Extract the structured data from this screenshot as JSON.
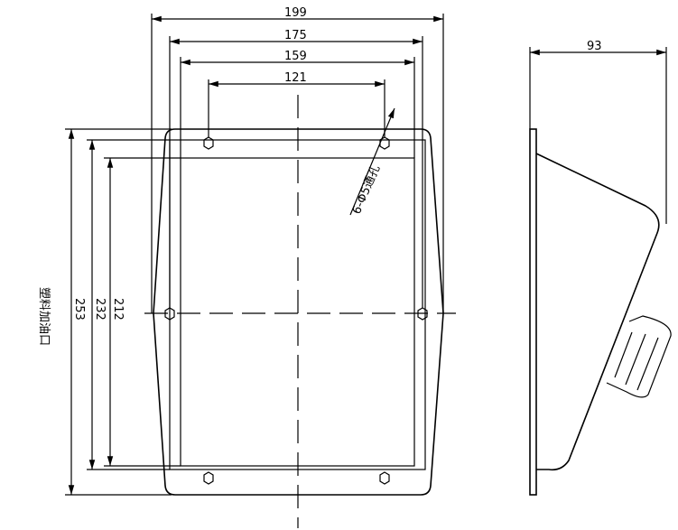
{
  "dimensions": {
    "width_199": "199",
    "width_175": "175",
    "width_159": "159",
    "width_121": "121",
    "depth_93": "93",
    "height_253": "253",
    "height_232": "232",
    "height_212": "212"
  },
  "annotations": {
    "hole_callout": "6-Φ5通孔",
    "side_label": "塑料加油口"
  }
}
